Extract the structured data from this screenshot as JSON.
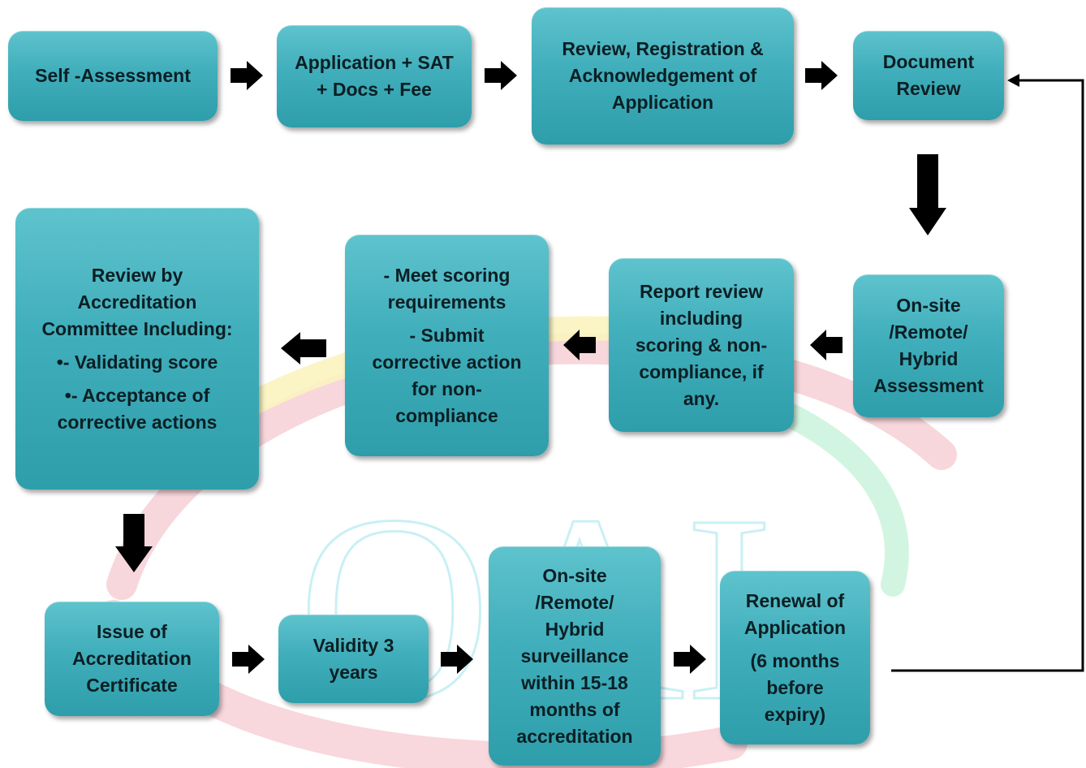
{
  "watermark": {
    "letters": "OAI"
  },
  "boxes": {
    "self_assessment": {
      "lines": [
        "Self -Assessment"
      ]
    },
    "application": {
      "lines": [
        "Application + SAT",
        "+ Docs + Fee"
      ]
    },
    "review_registration": {
      "lines": [
        "Review, Registration &",
        "Acknowledgement of",
        "Application"
      ]
    },
    "document_review": {
      "lines": [
        "Document",
        "Review"
      ]
    },
    "onsite_assessment": {
      "lines": [
        "On-site",
        "/Remote/",
        "Hybrid",
        "Assessment"
      ]
    },
    "report_review": {
      "lines": [
        "Report review",
        "including",
        "scoring & non-",
        "compliance, if",
        "any."
      ]
    },
    "requirements": {
      "lines": [
        "- Meet scoring",
        "requirements"
      ],
      "lines2": [
        "- Submit",
        "corrective action",
        "for non-",
        "compliance"
      ]
    },
    "committee_review": {
      "lines": [
        "Review by",
        "Accreditation",
        "Committee Including:"
      ],
      "bullet1": "•- Validating score",
      "bullet2": [
        "•- Acceptance of",
        "corrective actions"
      ]
    },
    "issue_certificate": {
      "lines": [
        "Issue of",
        "Accreditation",
        "Certificate"
      ]
    },
    "validity": {
      "lines": [
        "Validity 3",
        "years"
      ]
    },
    "surveillance": {
      "lines": [
        "On-site",
        "/Remote/",
        "Hybrid",
        "surveillance",
        "within 15-18",
        "months of",
        "accreditation"
      ]
    },
    "renewal": {
      "lines": [
        "Renewal of",
        "Application"
      ],
      "lines2": [
        "(6 months",
        "before",
        "expiry)"
      ]
    }
  },
  "colors": {
    "box_fill": "#40aebb",
    "box_text": "#0b1f24",
    "arrow": "#000000",
    "watermark_teal": "#c7f0f4",
    "watermark_red": "#f4c4cc",
    "watermark_yellow": "#fbf2b8",
    "watermark_green": "#c9f3dc"
  }
}
